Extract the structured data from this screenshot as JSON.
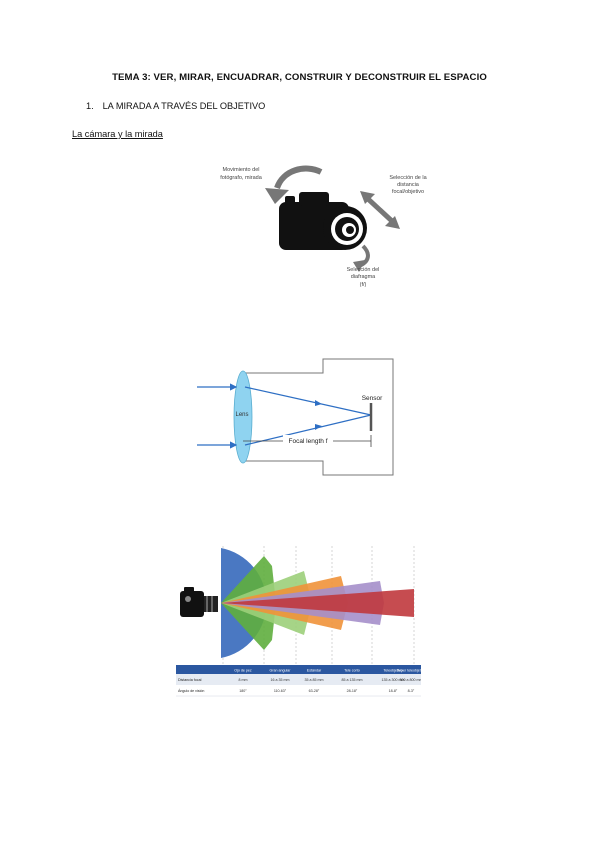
{
  "document": {
    "title": "TEMA 3: VER, MIRAR, ENCUADRAR, CONSTRUIR Y DECONSTRUIR EL ESPACIO",
    "section_number": "1.",
    "section_title": "LA MIRADA A TRAVÉS DEL OBJETIVO",
    "subsection_title": "La cámara y la mirada"
  },
  "figure_camera": {
    "label_left": [
      "Movimiento del",
      "fotógrafo, mirada"
    ],
    "label_right": [
      "Selección de la",
      "distancia",
      "focal/objetivo"
    ],
    "label_bottom": [
      "Selección del",
      "diafragma",
      "(f/)"
    ],
    "icons": [
      "camera-icon",
      "rotate-arrow-icon",
      "zoom-arrow-icon",
      "aperture-arrow-icon"
    ]
  },
  "figure_lens": {
    "lens_label": "Lens",
    "sensor_label": "Sensor",
    "focal_label": "Focal length f",
    "colors": {
      "lens": "#8fd3f0",
      "rays": "#2e6fc4"
    }
  },
  "figure_focal": {
    "colors": [
      "#4a78c2",
      "#5fae3e",
      "#9ccf7a",
      "#f0923a",
      "#a58fca",
      "#c0393d"
    ],
    "table": {
      "header": [
        "Ojo de pez",
        "Gran angular",
        "Estándar",
        "Tele corto",
        "Teleobjetivo",
        "Super teleobjetivo"
      ],
      "rows": [
        {
          "label": "Distancia focal",
          "cells": [
            "8 mm",
            "16 a 35 mm",
            "35 a 85 mm",
            "85 a 135 mm",
            "135 a 300 mm",
            "300 a 800 mm"
          ]
        },
        {
          "label": "Ángulo de visión",
          "cells": [
            "180°",
            "110-63°",
            "63-28°",
            "28-18°",
            "18-8°",
            "8-3°"
          ]
        }
      ]
    }
  }
}
